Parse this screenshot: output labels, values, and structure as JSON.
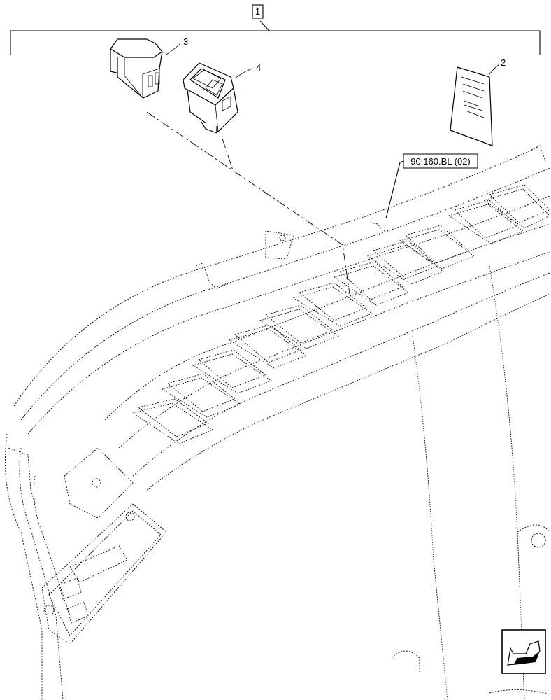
{
  "diagram": {
    "assembly_callout": "1",
    "callouts": {
      "cover": "3",
      "switch": "4",
      "manual": "2"
    },
    "reference_label": "90.160.BL (02)"
  }
}
